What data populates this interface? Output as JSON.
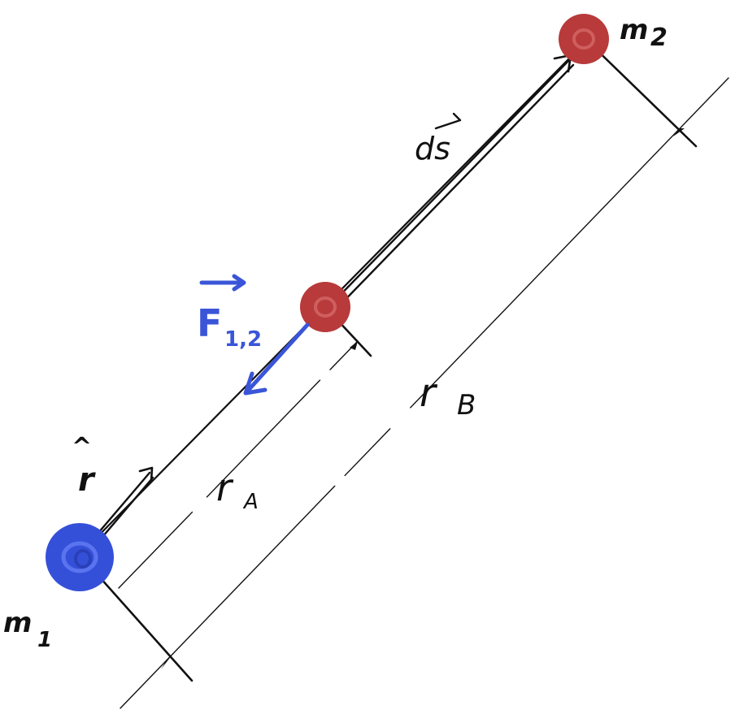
{
  "labels": {
    "m1": "m",
    "m1_sub": "1",
    "m2": "m",
    "m2_sub": "2",
    "r_hat": "r",
    "r_hat_mark": "^",
    "ds": "ds",
    "f12": "F",
    "f12_sub": "1,2",
    "ra": "r",
    "ra_sub": "A",
    "rb": "r",
    "rb_sub": "B"
  },
  "colors": {
    "ink": "#111111",
    "mass_large": "#3550d8",
    "mass_small": "#b83a3a",
    "force": "#3a55d8",
    "background": "#ffffff"
  }
}
